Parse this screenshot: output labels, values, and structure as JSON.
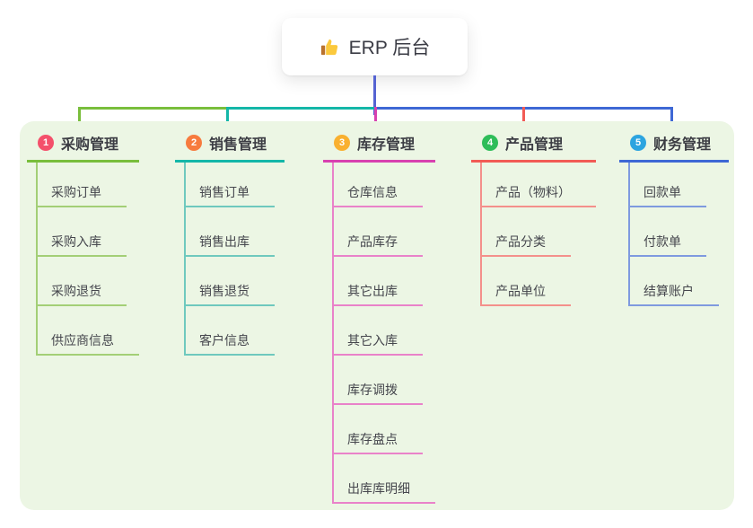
{
  "root": {
    "title": "ERP 后台",
    "icon": "thumbs-up-icon",
    "icon_colors": {
      "hand": "#FBC93D",
      "cuff": "#B9722D"
    },
    "stem_color": "#5563D2"
  },
  "panel": {
    "background": "#ECF6E4"
  },
  "branches": [
    {
      "num": "1",
      "label": "采购管理",
      "badge_color": "#F4506B",
      "line_color": "#79BE3C",
      "light_color": "#A3CF76",
      "children": [
        "采购订单",
        "采购入库",
        "采购退货",
        "供应商信息"
      ]
    },
    {
      "num": "2",
      "label": "销售管理",
      "badge_color": "#F77B3E",
      "line_color": "#14B7A8",
      "light_color": "#6FC9BE",
      "children": [
        "销售订单",
        "销售出库",
        "销售退货",
        "客户信息"
      ]
    },
    {
      "num": "3",
      "label": "库存管理",
      "badge_color": "#F9B02F",
      "line_color": "#D841B0",
      "light_color": "#E982C9",
      "children": [
        "仓库信息",
        "产品库存",
        "其它出库",
        "其它入库",
        "库存调拨",
        "库存盘点",
        "出库库明细"
      ]
    },
    {
      "num": "4",
      "label": "产品管理",
      "badge_color": "#2EBD59",
      "line_color": "#F25B55",
      "light_color": "#F4908B",
      "children": [
        "产品（物料）",
        "产品分类",
        "产品单位"
      ]
    },
    {
      "num": "5",
      "label": "财务管理",
      "badge_color": "#2CA4E0",
      "line_color": "#3E68D5",
      "light_color": "#7F9ADF",
      "children": [
        "回款单",
        "付款单",
        "结算账户"
      ]
    }
  ],
  "layout_note": ""
}
